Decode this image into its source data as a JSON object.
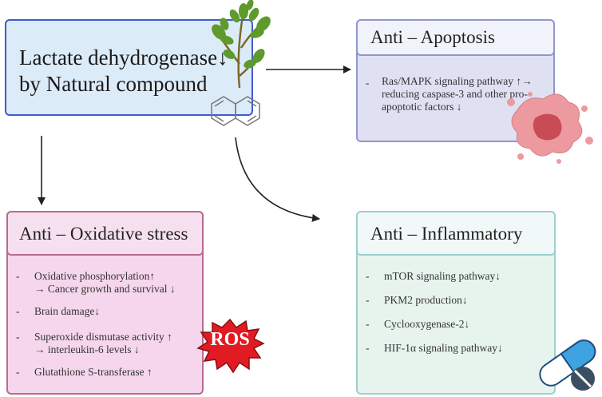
{
  "main": {
    "title_line1": "Lactate dehydrogenase↓",
    "title_line2": "by Natural compound"
  },
  "anti_apoptosis": {
    "title": "Anti – Apoptosis",
    "items": [
      {
        "dash": "-",
        "text": "Ras/MAPK signaling pathway ↑→ reducing caspase-3 and other pro-apoptotic factors ↓"
      }
    ]
  },
  "anti_oxidative": {
    "title": "Anti – Oxidative stress",
    "items": [
      {
        "dash": "-",
        "line1": "Oxidative phosphorylation↑",
        "line2": "→ Cancer growth and survival ↓"
      },
      {
        "dash": "-",
        "line1": "Brain damage↓",
        "line2": ""
      },
      {
        "dash": "-",
        "line1": "Superoxide dismutase activity ↑",
        "line2": "→ interleukin-6 levels ↓"
      },
      {
        "dash": "-",
        "line1": "Glutathione S-transferase ↑",
        "line2": ""
      }
    ]
  },
  "anti_inflammatory": {
    "title": "Anti – Inflammatory",
    "items": [
      {
        "dash": "-",
        "text": "mTOR signaling pathway↓"
      },
      {
        "dash": "-",
        "text": "PKM2 production↓"
      },
      {
        "dash": "-",
        "text": "Cyclooxygenase-2↓"
      },
      {
        "dash": "-",
        "text": "HIF-1α signaling pathway↓"
      }
    ]
  },
  "ros_badge": "ROS",
  "icons": [
    "plant-icon",
    "naphthalene-icon",
    "apoptotic-cell-icon",
    "ros-burst-icon",
    "pill-icon"
  ],
  "colors": {
    "main_border": "#3f5ccc",
    "main_fill": "#dcebf8",
    "apoptosis_fill": "#dfe1f3",
    "oxidative_fill": "#f5d6ec",
    "inflammatory_fill": "#e7f4ee",
    "ros_red": "#e01b22",
    "pill_blue": "#3ea3e0"
  }
}
